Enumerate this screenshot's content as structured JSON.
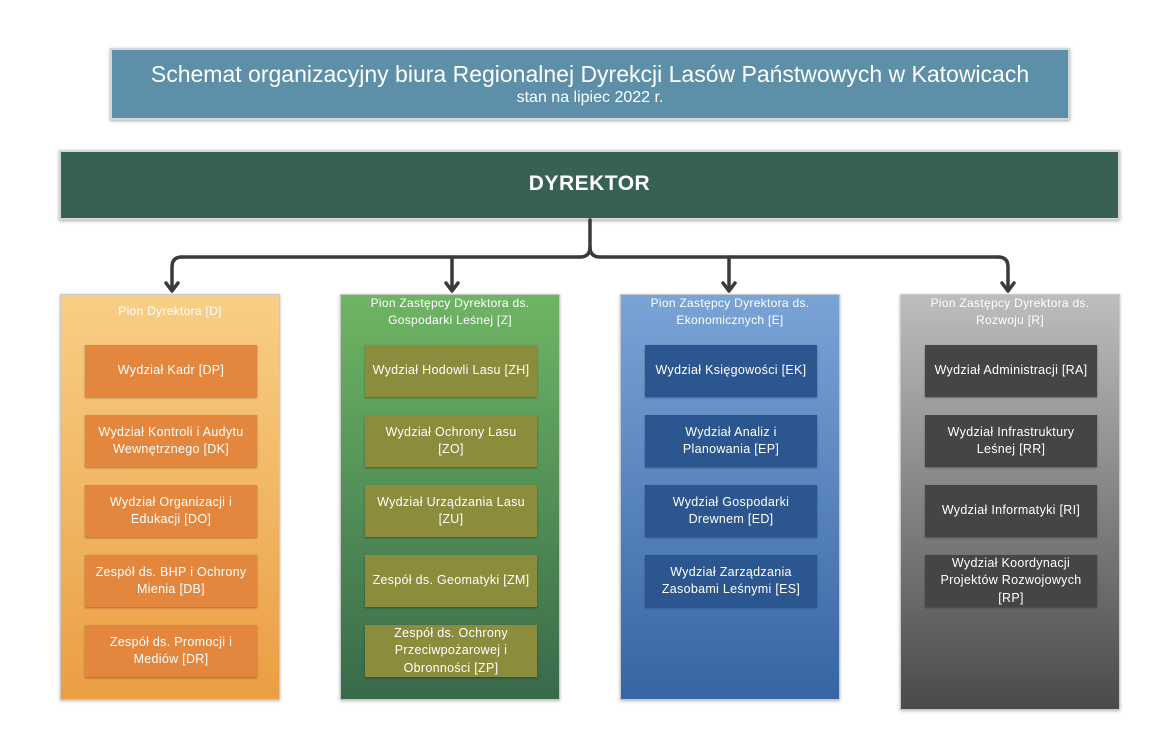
{
  "header": {
    "title": "Schemat organizacyjny biura Regionalnej Dyrekcji Lasów Państwowych w Katowicach",
    "subtitle": "stan na lipiec 2022 r."
  },
  "director": {
    "label": "DYREKTOR"
  },
  "colors": {
    "title_bg": "#5d8fa8",
    "director_bg": "#376150",
    "connector": "#3a3a3a"
  },
  "columns": [
    {
      "header": "Pion Dyrektora [D]",
      "gradient_top": "#f8cf86",
      "gradient_bottom": "#eb9e42",
      "unit_color": "#e3873e",
      "units": [
        "Wydział Kadr [DP]",
        "Wydział Kontroli i Audytu Wewnętrznego [DK]",
        "Wydział Organizacji i Edukacji [DO]",
        "Zespół ds. BHP i Ochrony Mienia [DB]",
        "Zespół ds. Promocji i Mediów [DR]"
      ]
    },
    {
      "header": "Pion Zastępcy Dyrektora ds. Gospodarki Leśnej [Z]",
      "gradient_top": "#6fb564",
      "gradient_bottom": "#386a4a",
      "unit_color": "#8b8c3c",
      "units": [
        "Wydział Hodowli Lasu [ZH]",
        "Wydział Ochrony Lasu [ZO]",
        "Wydział Urządzania Lasu [ZU]",
        "Zespół ds. Geomatyki [ZM]",
        "Zespół ds. Ochrony Przeciwpożarowej i Obronności [ZP]"
      ]
    },
    {
      "header": "Pion Zastępcy Dyrektora ds. Ekonomicznych [E]",
      "gradient_top": "#7aa4d6",
      "gradient_bottom": "#3764a4",
      "unit_color": "#2c5690",
      "units": [
        "Wydział Księgowości [EK]",
        "Wydział Analiz i Planowania [EP]",
        "Wydział Gospodarki Drewnem [ED]",
        "Wydział Zarządzania Zasobami Leśnymi [ES]"
      ]
    },
    {
      "header": "Pion Zastępcy Dyrektora ds. Rozwoju [R]",
      "gradient_top": "#bdbdbd",
      "gradient_bottom": "#4a4a4a",
      "unit_color": "#454545",
      "units": [
        "Wydział Administracji [RA]",
        "Wydział Infrastruktury Leśnej [RR]",
        "Wydział Informatyki [RI]",
        "Wydział Koordynacji Projektów Rozwojowych [RP]"
      ]
    }
  ]
}
